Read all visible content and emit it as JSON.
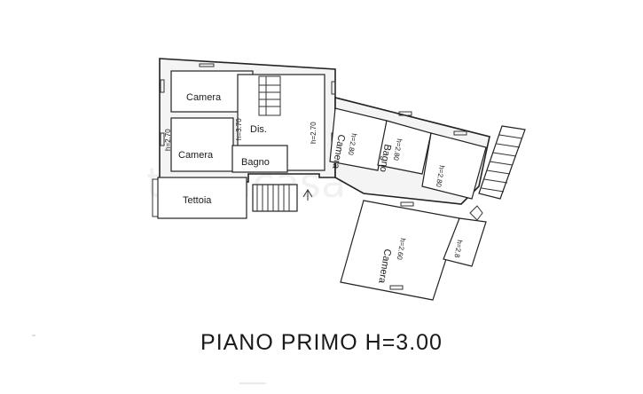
{
  "plan": {
    "title": "PIANO PRIMO H=3.00",
    "watermark": "trovacasa",
    "rooms": {
      "camera_top": "Camera",
      "camera_left": "Camera",
      "dis": "Dis.",
      "bagno": "Bagno",
      "tettoia": "Tettoia",
      "camera_mid": "Camera",
      "bagno_right": "Bagno",
      "camera_big": "Camera"
    },
    "heights": {
      "h370": "h=3.70",
      "h270_left": "h=2.70",
      "h270_mid": "h=2.70",
      "h280_camera": "h=2.80",
      "h280_bagno": "h=2.80",
      "h280_room": "h=2.80",
      "h260": "h=2.60",
      "h280_small": "h=2.8"
    }
  }
}
